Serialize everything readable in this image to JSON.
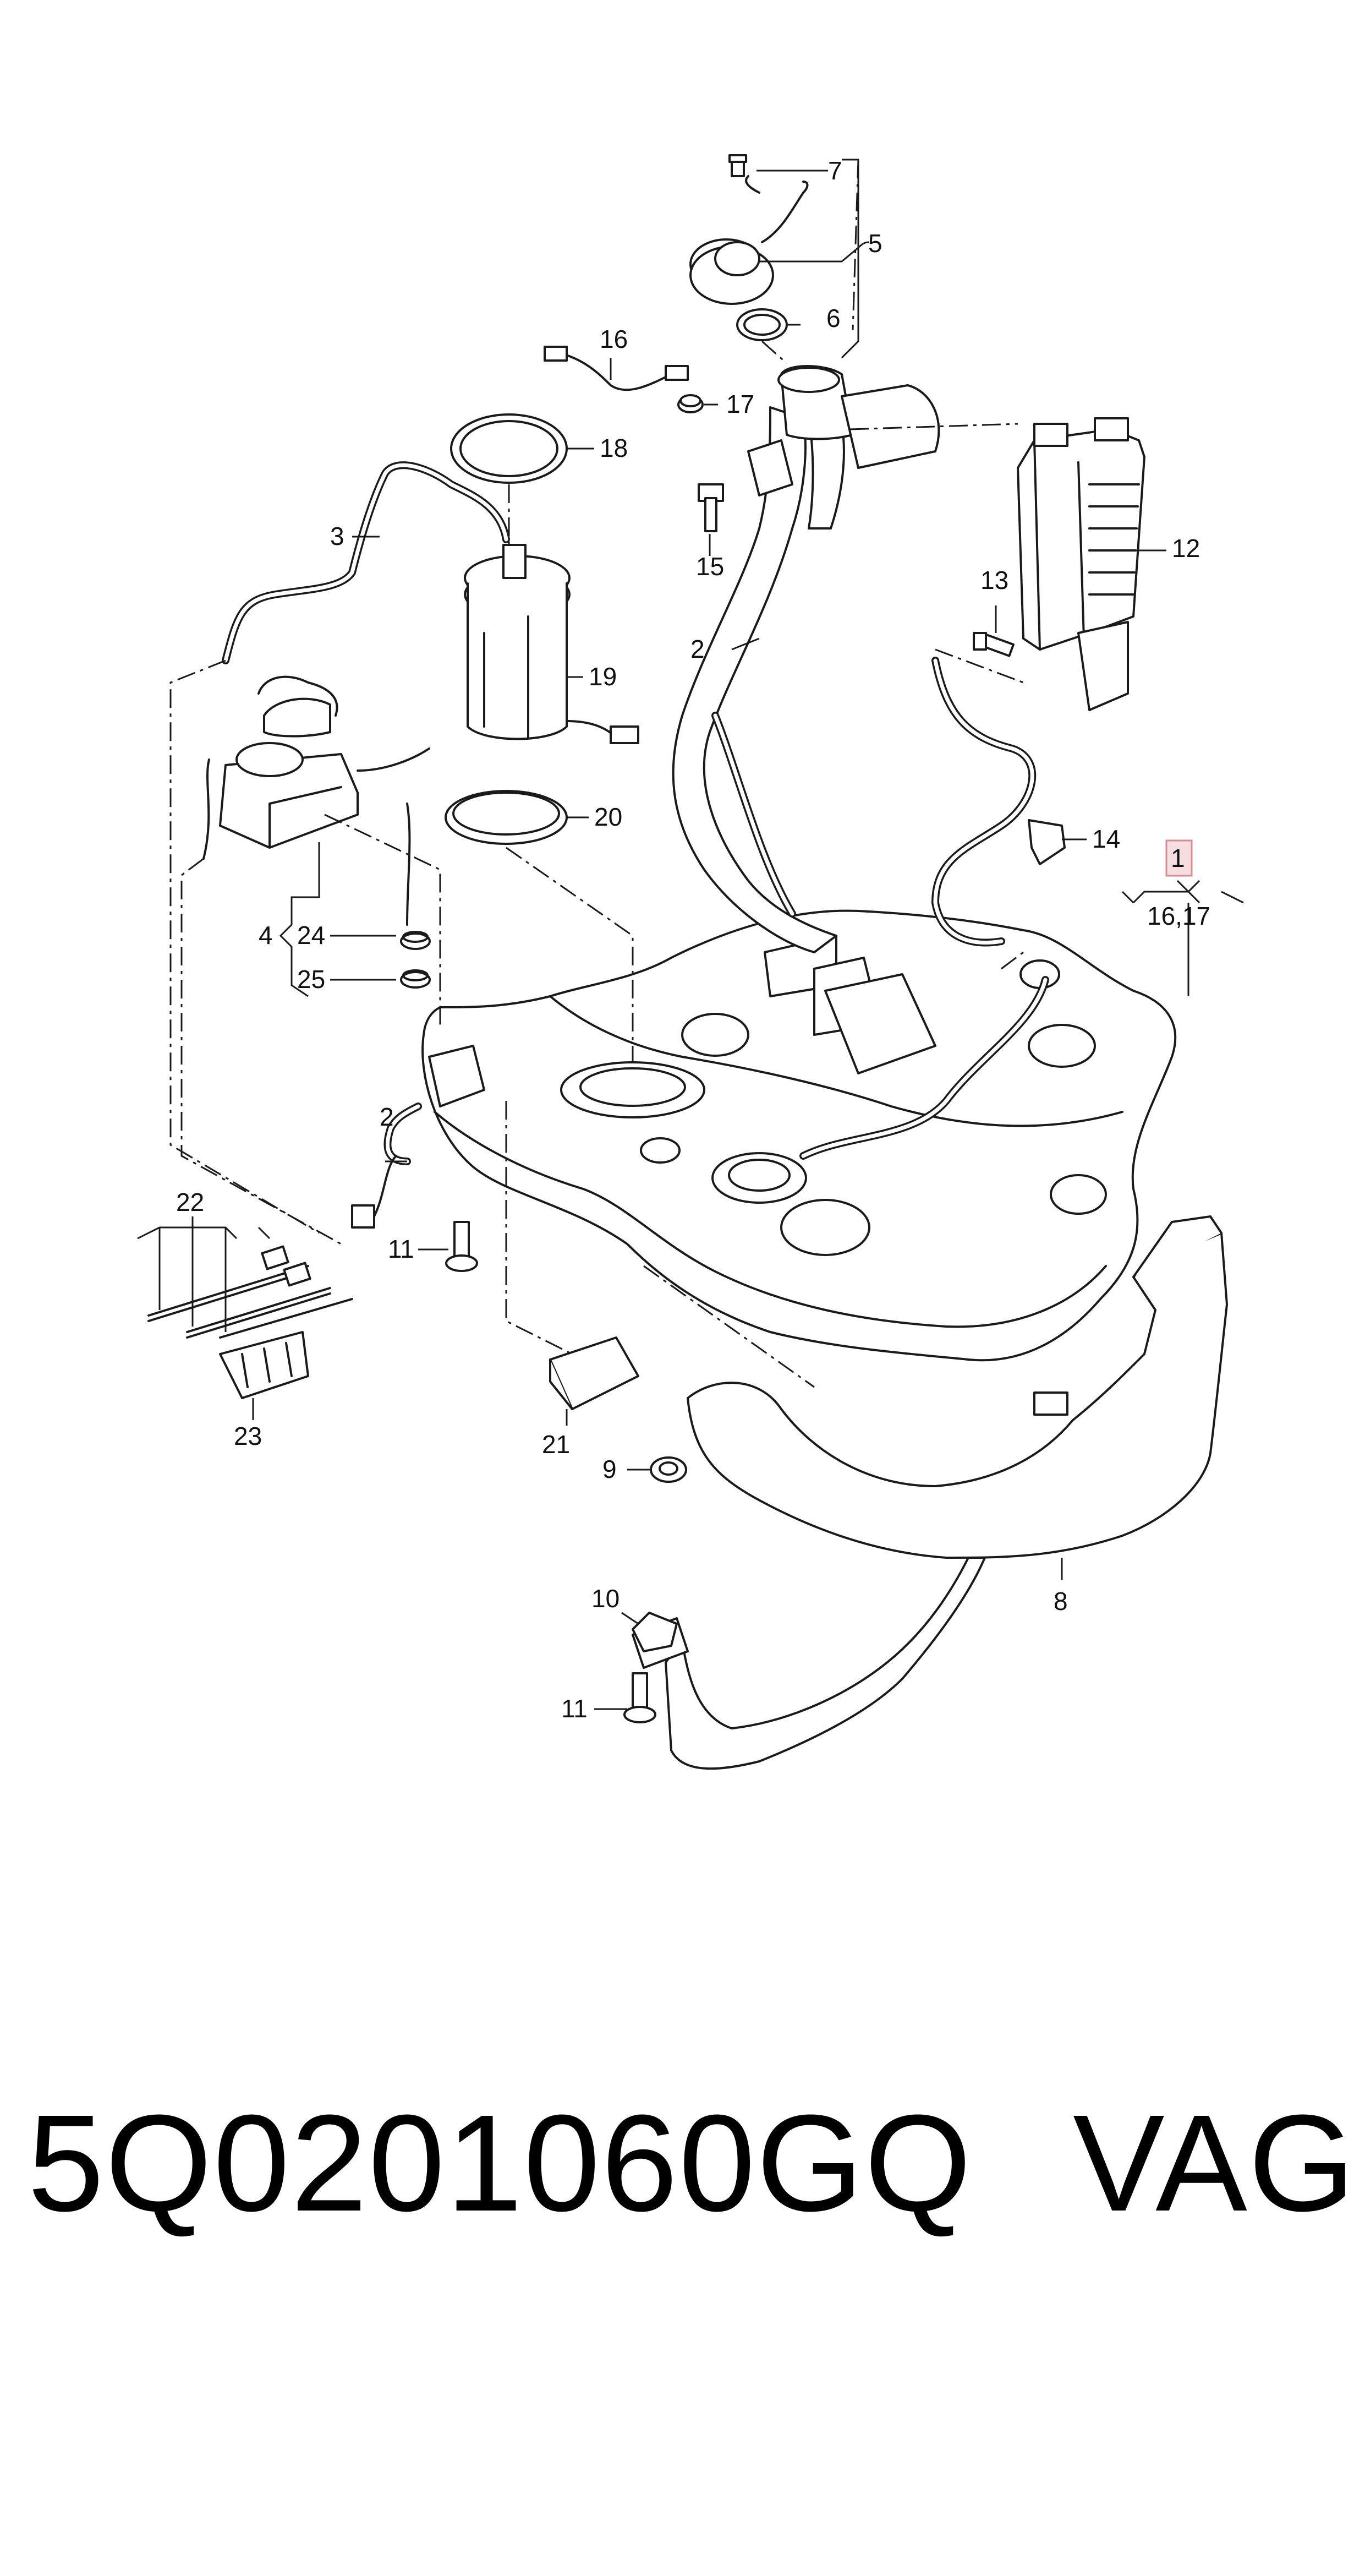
{
  "diagram": {
    "callouts": [
      {
        "id": "7",
        "label": "7"
      },
      {
        "id": "5",
        "label": "5"
      },
      {
        "id": "6",
        "label": "6"
      },
      {
        "id": "16",
        "label": "16"
      },
      {
        "id": "17",
        "label": "17"
      },
      {
        "id": "18",
        "label": "18"
      },
      {
        "id": "3",
        "label": "3"
      },
      {
        "id": "19",
        "label": "19"
      },
      {
        "id": "20",
        "label": "20"
      },
      {
        "id": "15",
        "label": "15"
      },
      {
        "id": "2a",
        "label": "2"
      },
      {
        "id": "12",
        "label": "12"
      },
      {
        "id": "13",
        "label": "13"
      },
      {
        "id": "14",
        "label": "14"
      },
      {
        "id": "1",
        "label": "1"
      },
      {
        "id": "16-17",
        "label": "16,17"
      },
      {
        "id": "4",
        "label": "4"
      },
      {
        "id": "24",
        "label": "24"
      },
      {
        "id": "25",
        "label": "25"
      },
      {
        "id": "2b",
        "label": "2"
      },
      {
        "id": "22",
        "label": "22"
      },
      {
        "id": "11a",
        "label": "11"
      },
      {
        "id": "23",
        "label": "23"
      },
      {
        "id": "21",
        "label": "21"
      },
      {
        "id": "9",
        "label": "9"
      },
      {
        "id": "8",
        "label": "8"
      },
      {
        "id": "10",
        "label": "10"
      },
      {
        "id": "11b",
        "label": "11"
      }
    ],
    "highlight_color": "#e8a0a8",
    "line_color": "#1a1a1a"
  },
  "footer": {
    "part_number": "5Q0201060GQ",
    "brand": "VAG"
  }
}
